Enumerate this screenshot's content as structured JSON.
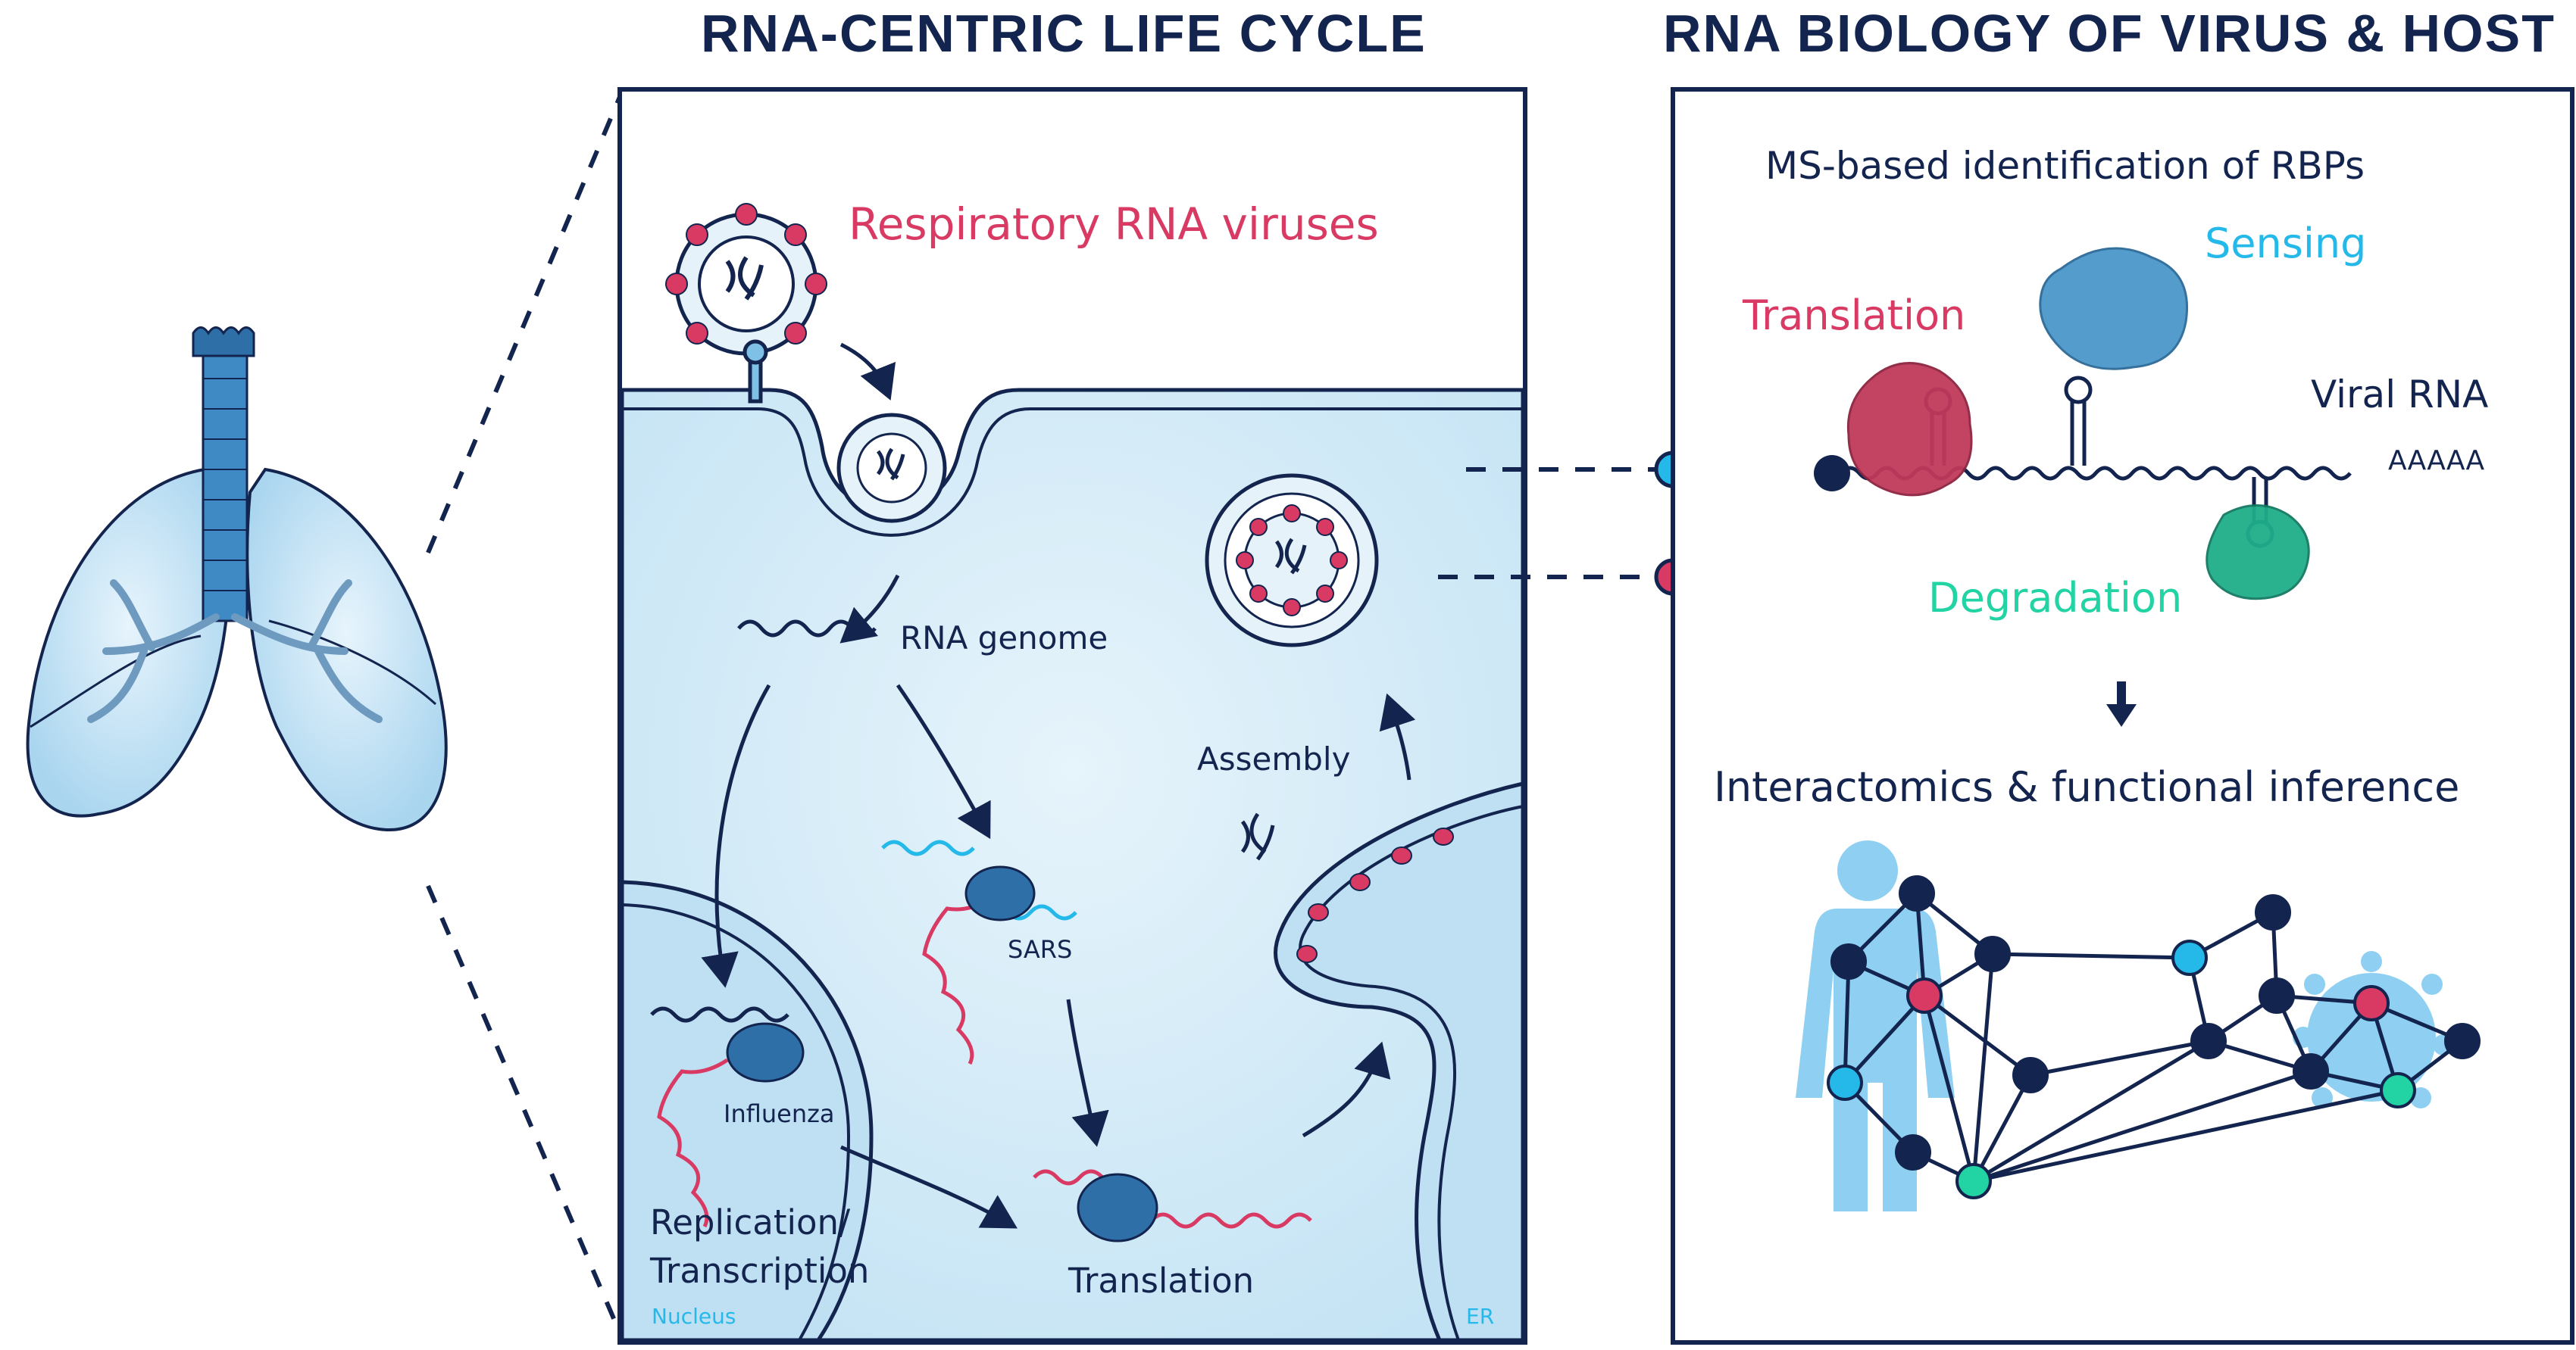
{
  "titles": {
    "left": "RNA-CENTRIC LIFE CYCLE",
    "right": "RNA BIOLOGY OF VIRUS & HOST"
  },
  "lifecycle": {
    "viruses": "Respiratory RNA viruses",
    "rna_genome": "RNA genome",
    "assembly": "Assembly",
    "sars": "SARS",
    "influenza": "Influenza",
    "replication_line1": "Replication/",
    "replication_line2": "Transcription",
    "translation": "Translation",
    "nucleus": "Nucleus",
    "er": "ER"
  },
  "rbp": {
    "heading": "MS-based identification of RBPs",
    "translation": "Translation",
    "sensing": "Sensing",
    "viral_rna": "Viral RNA",
    "poly_a": "AAAAA",
    "degradation": "Degradation",
    "interactomics": "Interactomics & functional inference"
  },
  "colors": {
    "navy": "#13254f",
    "red": "#d93a63",
    "cyan": "#25b9ea",
    "teal": "#22d3a3",
    "cell_fill": "#d6edf8",
    "organ_blue": "#7fc1e6"
  }
}
